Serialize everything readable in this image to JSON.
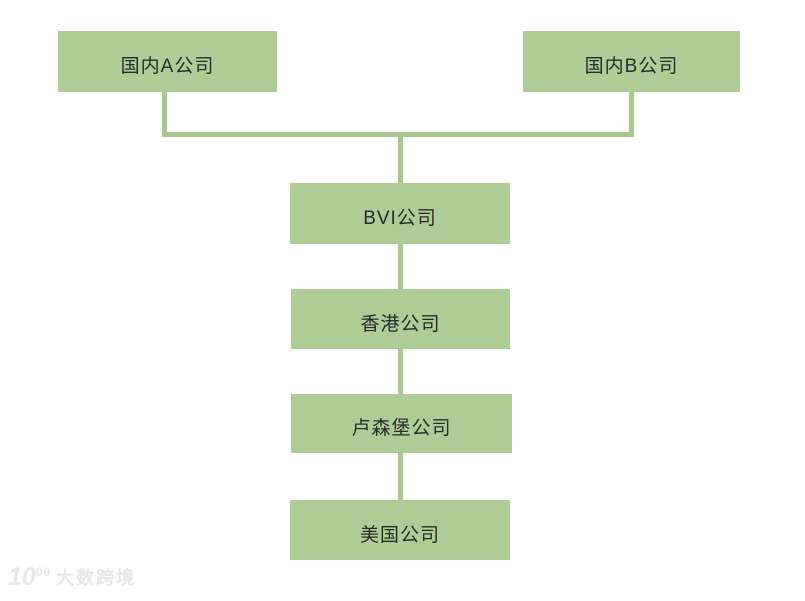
{
  "diagram": {
    "type": "org-structure-flowchart",
    "nodes": [
      {
        "id": "domestic-a",
        "label": "国内A公司"
      },
      {
        "id": "domestic-b",
        "label": "国内B公司"
      },
      {
        "id": "bvi",
        "label": "BVI公司"
      },
      {
        "id": "hongkong",
        "label": "香港公司"
      },
      {
        "id": "luxembourg",
        "label": "卢森堡公司"
      },
      {
        "id": "usa",
        "label": "美国公司"
      }
    ],
    "edges": [
      {
        "from": "domestic-a",
        "to": "bvi"
      },
      {
        "from": "domestic-b",
        "to": "bvi"
      },
      {
        "from": "bvi",
        "to": "hongkong"
      },
      {
        "from": "hongkong",
        "to": "luxembourg"
      },
      {
        "from": "luxembourg",
        "to": "usa"
      }
    ],
    "colors": {
      "node_fill": "#aecd96",
      "connector": "#a8c88e",
      "text": "#2b2b2b",
      "background": "#ffffff",
      "watermark": "#e8e8e8"
    }
  },
  "watermark": {
    "logo_main": "10",
    "logo_sup": "00",
    "brand": "大数跨境"
  }
}
